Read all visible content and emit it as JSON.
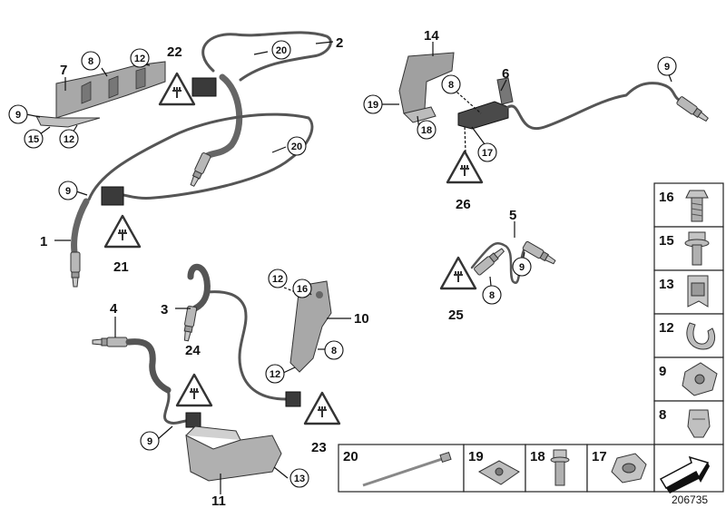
{
  "diagram": {
    "reference_number": "206735",
    "part_labels": [
      "1",
      "2",
      "3",
      "4",
      "5",
      "6",
      "7",
      "10",
      "11",
      "14",
      "21",
      "22",
      "23",
      "24",
      "25",
      "26"
    ],
    "callouts": [
      "8",
      "9",
      "12",
      "13",
      "15",
      "16",
      "17",
      "18",
      "19",
      "20"
    ],
    "side_panel": [
      "16",
      "15",
      "13",
      "12",
      "9",
      "8"
    ],
    "bottom_panel": [
      "20",
      "19",
      "18",
      "17"
    ],
    "colors": {
      "line": "#111111",
      "part_fill": "#9a9a9a",
      "part_dark": "#3a3a3a",
      "background": "#ffffff"
    }
  }
}
